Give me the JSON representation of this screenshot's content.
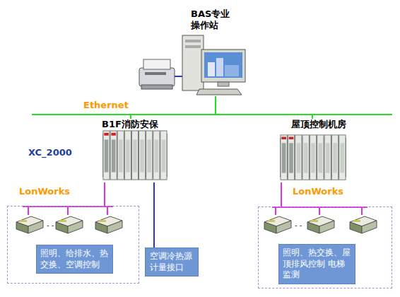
{
  "diagram": {
    "nodes": [
      {
        "text": [
          "BAS专业 操作站"
        ]
      },
      {
        "text": [
          "B1F消防安保",
          "XC_2000"
        ]
      },
      {
        "text": [
          "屋顶控制机房"
        ]
      },
      {
        "text": [
          "照明、给排水、热交换、空调控制"
        ]
      },
      {
        "text": [
          "空调冷热源计量接口"
        ]
      },
      {
        "text": [
          "照明、热交换、屋顶排风控制 电梯监测"
        ]
      }
    ],
    "edges": [
      {
        "from": 0,
        "to": 1,
        "arrow": "none"
      },
      {
        "from": 0,
        "to": 2,
        "arrow": "none"
      },
      {
        "from": 1,
        "to": 3,
        "arrow": "none",
        "label": "LonWorks"
      },
      {
        "from": 1,
        "to": 4,
        "arrow": "none"
      },
      {
        "from": 2,
        "to": 5,
        "arrow": "none",
        "label": "LonWorks"
      }
    ],
    "labels": [
      "Ethernet"
    ]
  }
}
